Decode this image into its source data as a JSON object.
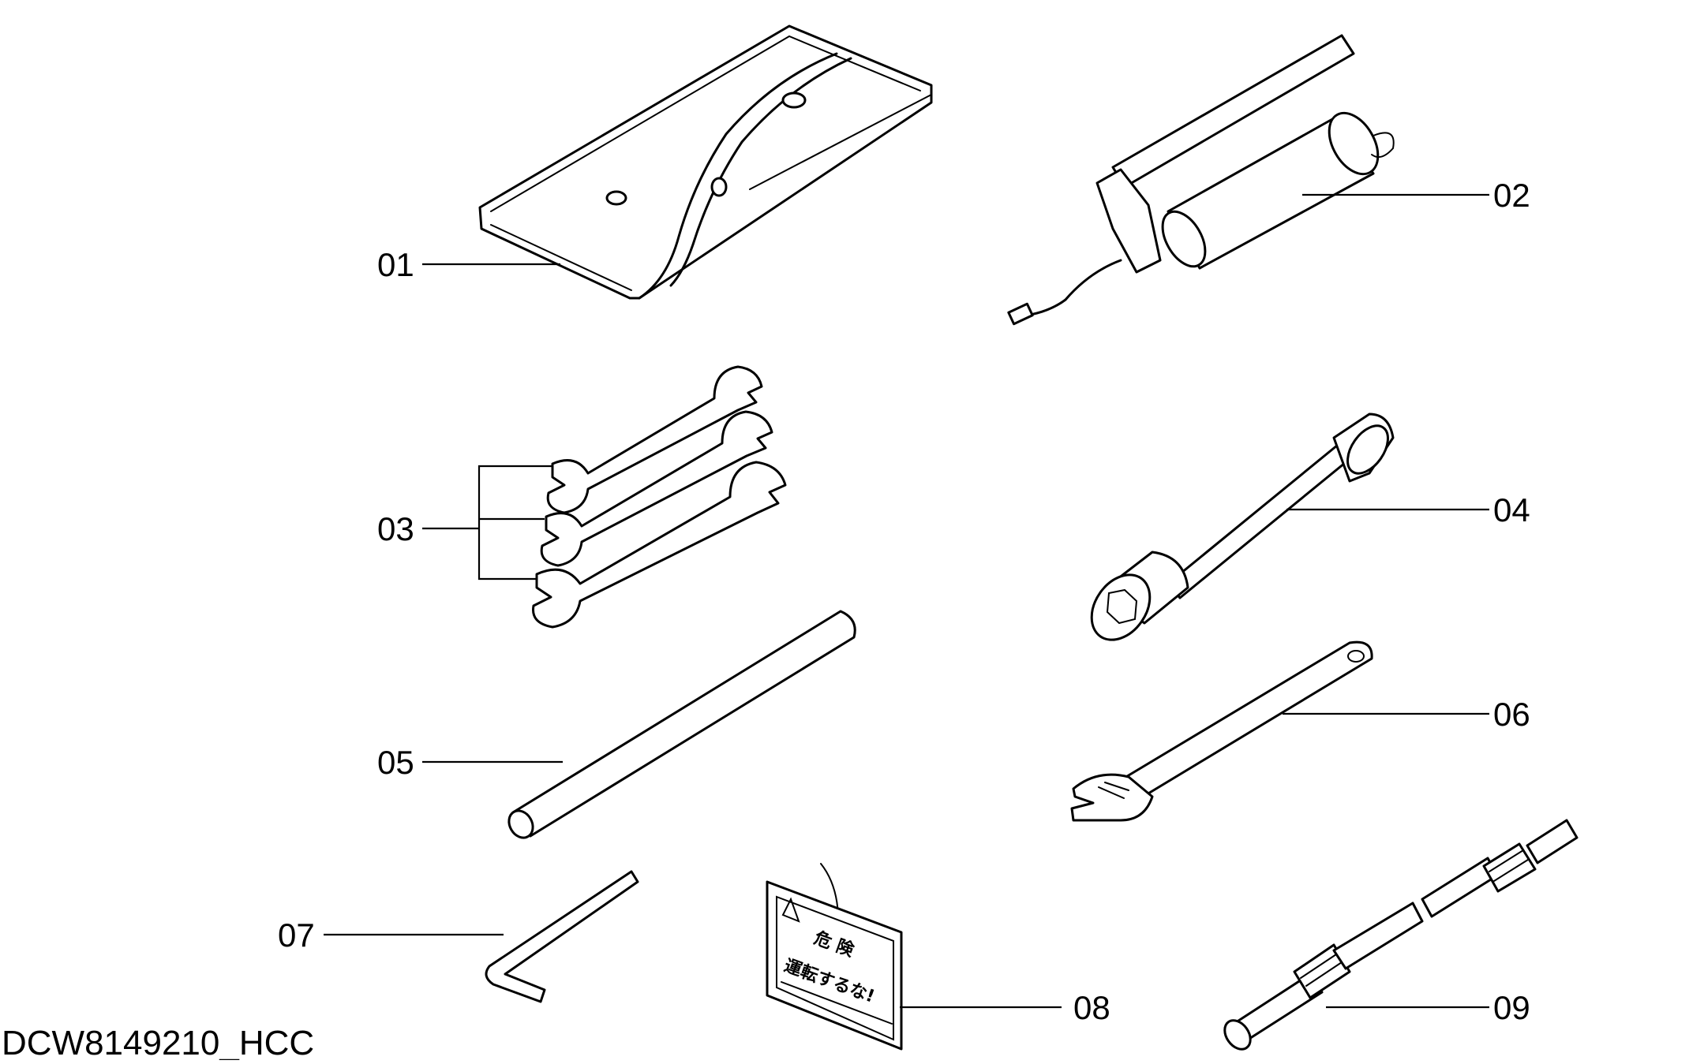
{
  "drawing_id": "DCW8149210_HCC",
  "callouts": {
    "c01": "01",
    "c02": "02",
    "c03": "03",
    "c04": "04",
    "c05": "05",
    "c06": "06",
    "c07": "07",
    "c08": "08",
    "c09": "09"
  },
  "warning_tag": {
    "title": "危 険",
    "message": "運転するな!"
  }
}
